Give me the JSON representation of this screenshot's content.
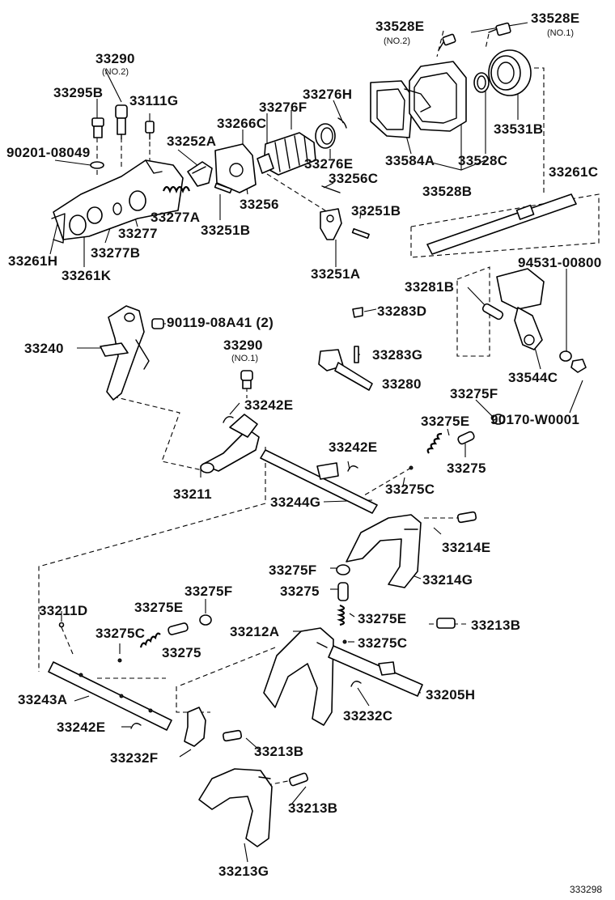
{
  "diagram_code": "333298",
  "labels": [
    {
      "id": "33528E-no2",
      "part": "33528E",
      "note": "(NO.2)"
    },
    {
      "id": "33528E-no1",
      "part": "33528E",
      "note": "(NO.1)"
    },
    {
      "id": "33290-no2",
      "part": "33290",
      "note": "(NO.2)"
    },
    {
      "id": "33295B",
      "part": "33295B"
    },
    {
      "id": "33111G",
      "part": "33111G"
    },
    {
      "id": "33276H",
      "part": "33276H"
    },
    {
      "id": "33276F",
      "part": "33276F"
    },
    {
      "id": "33266C",
      "part": "33266C"
    },
    {
      "id": "90201-08049",
      "part": "90201-08049"
    },
    {
      "id": "33252A",
      "part": "33252A"
    },
    {
      "id": "33531B",
      "part": "33531B"
    },
    {
      "id": "33584A",
      "part": "33584A"
    },
    {
      "id": "33528C",
      "part": "33528C"
    },
    {
      "id": "33276E",
      "part": "33276E"
    },
    {
      "id": "33256C",
      "part": "33256C"
    },
    {
      "id": "33261C",
      "part": "33261C"
    },
    {
      "id": "33528B",
      "part": "33528B"
    },
    {
      "id": "33277A",
      "part": "33277A"
    },
    {
      "id": "33256",
      "part": "33256"
    },
    {
      "id": "33251B-a",
      "part": "33251B"
    },
    {
      "id": "33277",
      "part": "33277"
    },
    {
      "id": "33251B-b",
      "part": "33251B"
    },
    {
      "id": "33261H",
      "part": "33261H"
    },
    {
      "id": "33277B",
      "part": "33277B"
    },
    {
      "id": "94531-00800",
      "part": "94531-00800"
    },
    {
      "id": "33261K",
      "part": "33261K"
    },
    {
      "id": "33251A",
      "part": "33251A"
    },
    {
      "id": "33281B",
      "part": "33281B"
    },
    {
      "id": "33283D",
      "part": "33283D"
    },
    {
      "id": "90119-08A41",
      "part": "90119-08A41 (2)"
    },
    {
      "id": "33240",
      "part": "33240"
    },
    {
      "id": "33290-no1",
      "part": "33290",
      "note": "(NO.1)"
    },
    {
      "id": "33283G",
      "part": "33283G"
    },
    {
      "id": "33544C",
      "part": "33544C"
    },
    {
      "id": "33280",
      "part": "33280"
    },
    {
      "id": "33275F-a",
      "part": "33275F"
    },
    {
      "id": "33242E-a",
      "part": "33242E"
    },
    {
      "id": "90170-W0001",
      "part": "90170-W0001"
    },
    {
      "id": "33275E-a",
      "part": "33275E"
    },
    {
      "id": "33242E-b",
      "part": "33242E"
    },
    {
      "id": "33275-a",
      "part": "33275"
    },
    {
      "id": "33275C-a",
      "part": "33275C"
    },
    {
      "id": "33211",
      "part": "33211"
    },
    {
      "id": "33244G",
      "part": "33244G"
    },
    {
      "id": "33214E",
      "part": "33214E"
    },
    {
      "id": "33275F-b",
      "part": "33275F"
    },
    {
      "id": "33214G",
      "part": "33214G"
    },
    {
      "id": "33275-b",
      "part": "33275"
    },
    {
      "id": "33275F-c",
      "part": "33275F"
    },
    {
      "id": "33211D",
      "part": "33211D"
    },
    {
      "id": "33275E-b",
      "part": "33275E"
    },
    {
      "id": "33275E-c",
      "part": "33275E"
    },
    {
      "id": "33213B-a",
      "part": "33213B"
    },
    {
      "id": "33212A",
      "part": "33212A"
    },
    {
      "id": "33275C-b",
      "part": "33275C"
    },
    {
      "id": "33275C-c",
      "part": "33275C"
    },
    {
      "id": "33275-c",
      "part": "33275"
    },
    {
      "id": "33205H",
      "part": "33205H"
    },
    {
      "id": "33243A",
      "part": "33243A"
    },
    {
      "id": "33232C",
      "part": "33232C"
    },
    {
      "id": "33242E-c",
      "part": "33242E"
    },
    {
      "id": "33213B-b",
      "part": "33213B"
    },
    {
      "id": "33232F",
      "part": "33232F"
    },
    {
      "id": "33213B-c",
      "part": "33213B"
    },
    {
      "id": "33213G",
      "part": "33213G"
    }
  ]
}
